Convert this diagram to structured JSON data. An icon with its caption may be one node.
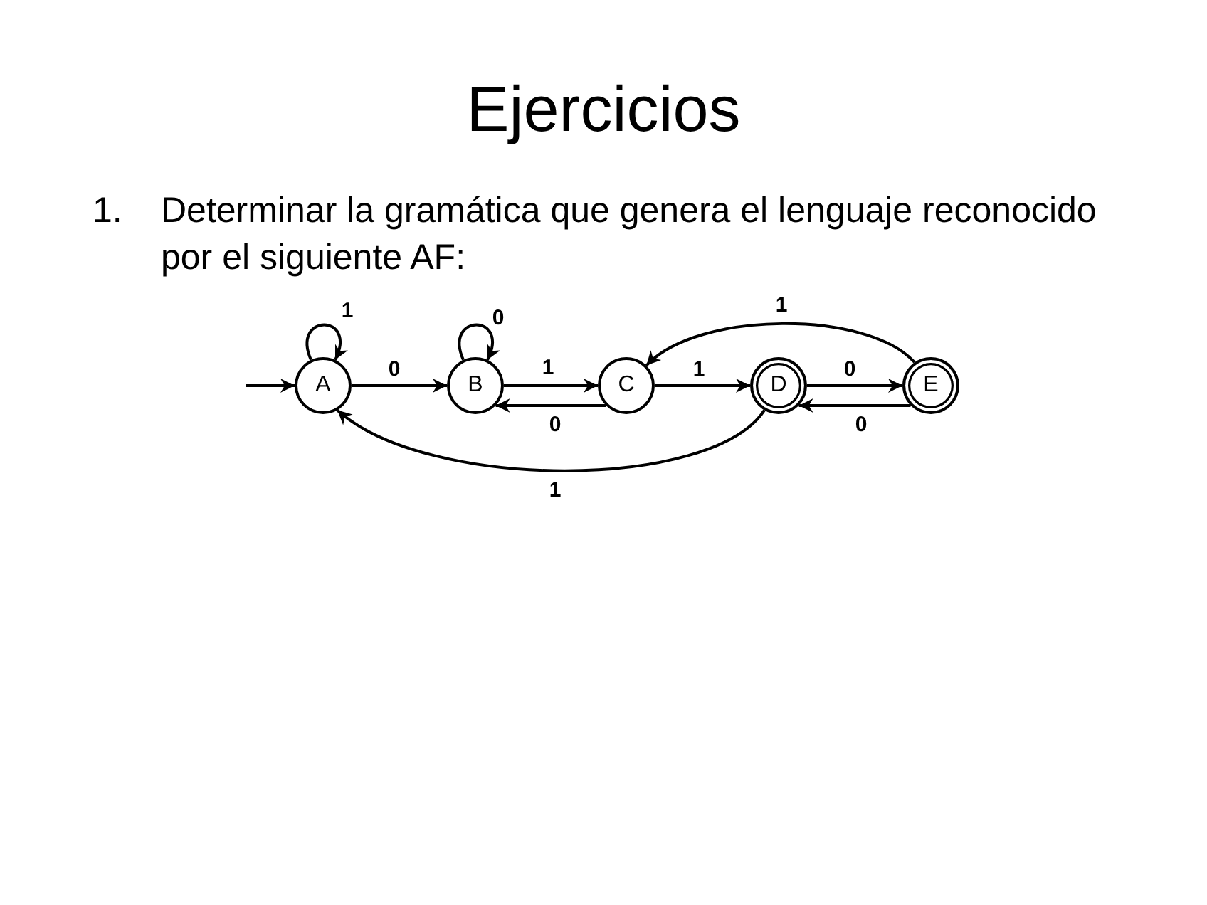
{
  "diagram": {
    "title": "Ejercicios",
    "nodes": [
      {
        "text": [
          "A"
        ]
      },
      {
        "text": [
          "B"
        ]
      },
      {
        "text": [
          "C"
        ]
      },
      {
        "text": [
          "D"
        ]
      },
      {
        "text": [
          "E"
        ]
      }
    ],
    "edges": [
      {
        "from": null,
        "to": 0,
        "arrow": "to"
      },
      {
        "from": 0,
        "to": 0,
        "label": "1",
        "arrow": "to"
      },
      {
        "from": 0,
        "to": 1,
        "label": "0",
        "arrow": "to"
      },
      {
        "from": 1,
        "to": 1,
        "label": "0",
        "arrow": "to"
      },
      {
        "from": 1,
        "to": 2,
        "label": "1",
        "arrow": "to"
      },
      {
        "from": 2,
        "to": 1,
        "label": "0",
        "arrow": "to"
      },
      {
        "from": 2,
        "to": 3,
        "label": "1",
        "arrow": "to"
      },
      {
        "from": 3,
        "to": 4,
        "label": "0",
        "arrow": "to"
      },
      {
        "from": 4,
        "to": 3,
        "label": "0",
        "arrow": "to"
      },
      {
        "from": 4,
        "to": 2,
        "label": "1",
        "arrow": "to"
      },
      {
        "from": 3,
        "to": 0,
        "label": "1",
        "arrow": "to"
      }
    ],
    "labels": [
      "1.",
      "Determinar la gramática que genera el lenguaje reconocido por el siguiente AF:"
    ]
  }
}
